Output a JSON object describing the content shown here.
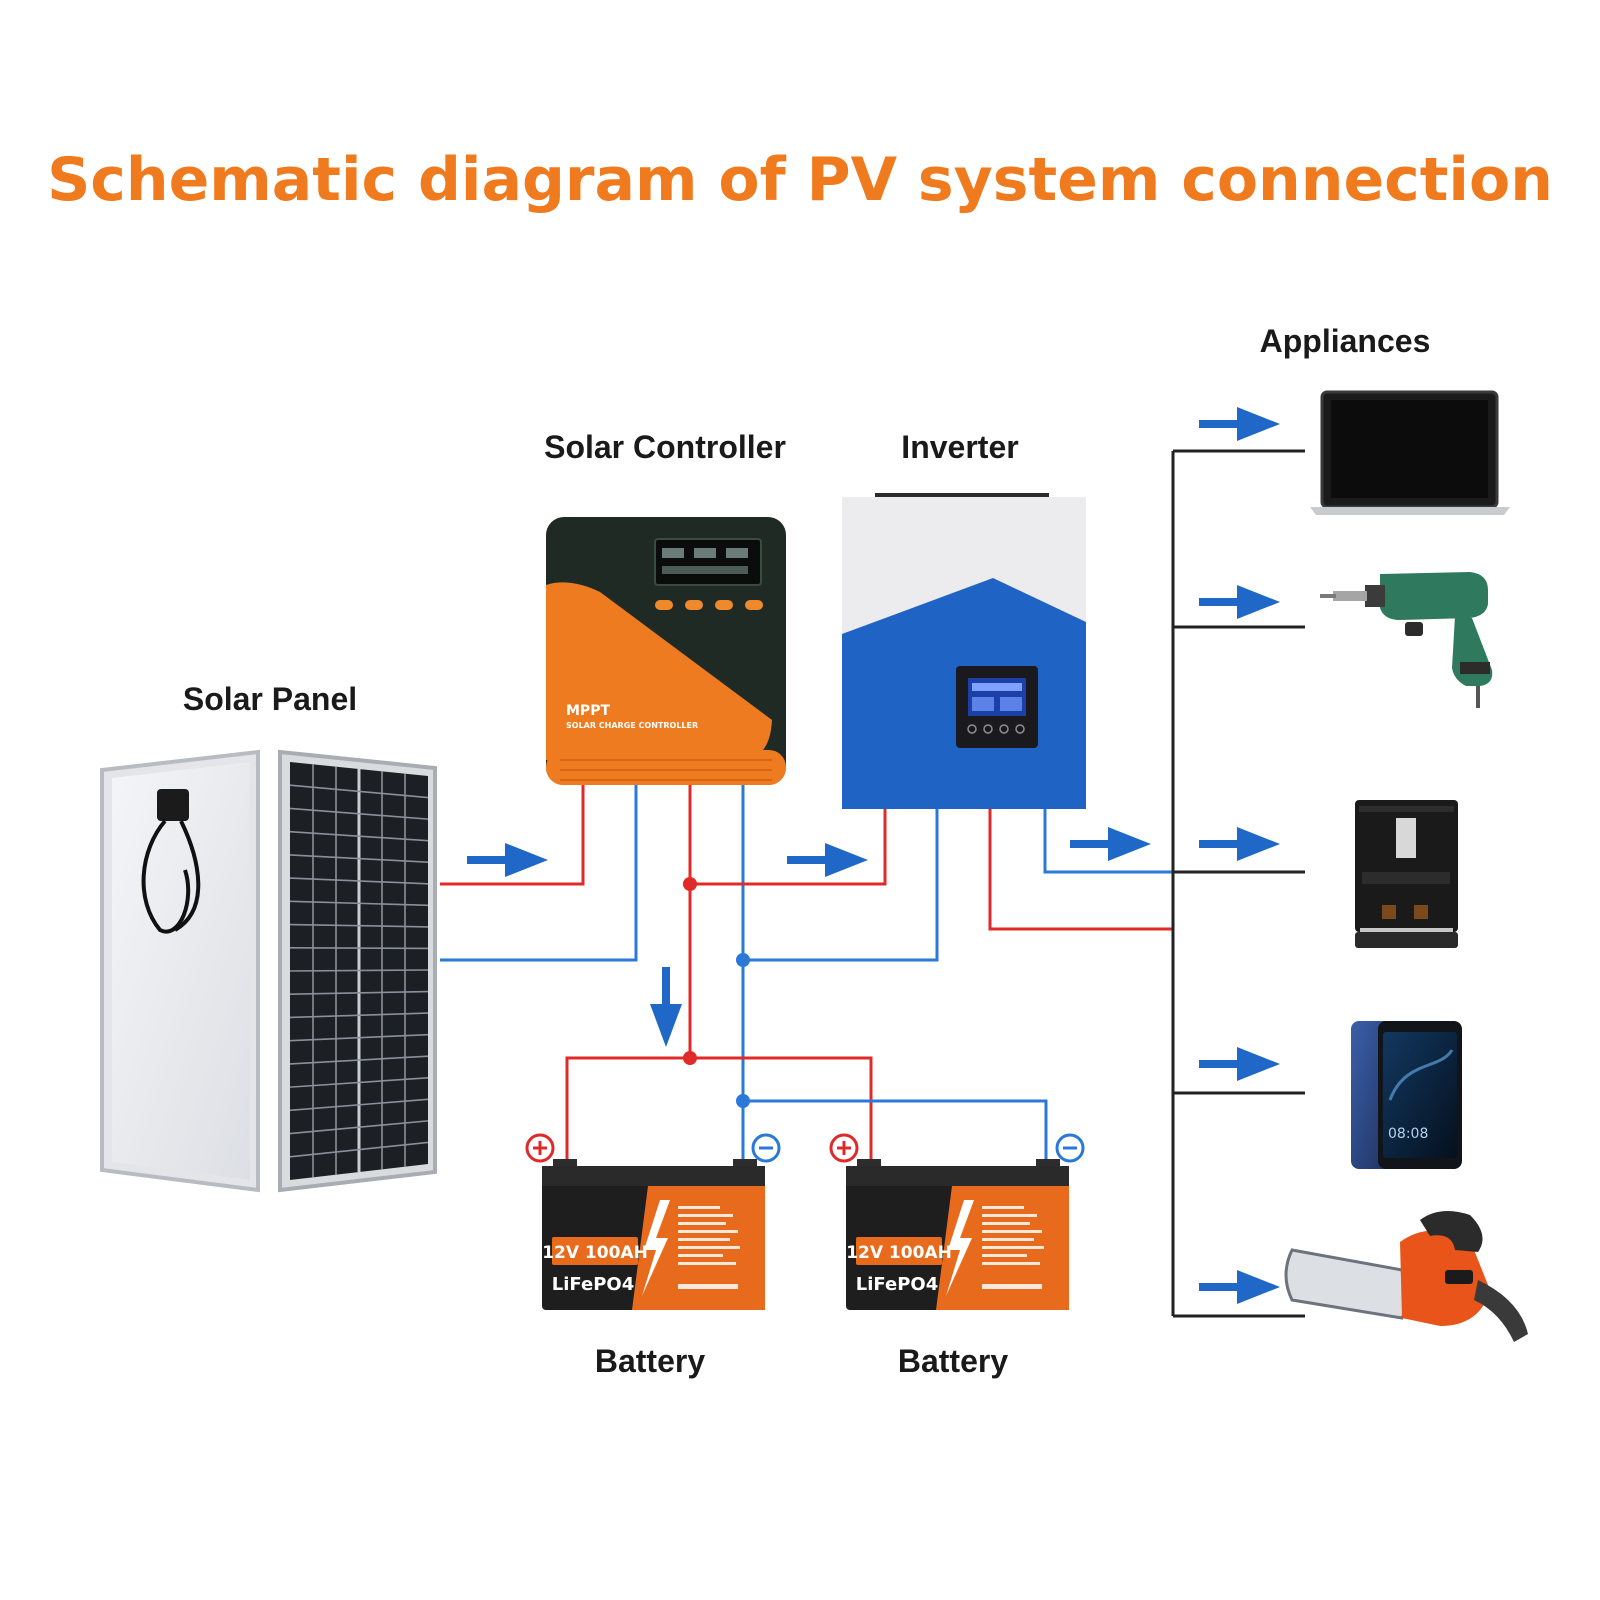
{
  "title": "Schematic diagram of PV system connection",
  "labels": {
    "solar_panel": "Solar Panel",
    "solar_controller": "Solar Controller",
    "inverter": "Inverter",
    "appliances": "Appliances",
    "battery_1": "Battery",
    "battery_2": "Battery"
  },
  "controller": {
    "brand": "MPPT",
    "subtitle": "SOLAR CHARGE CONTROLLER"
  },
  "battery_1": {
    "rating": "12V 100AH",
    "chemistry": "LiFePO4"
  },
  "battery_2": {
    "rating": "12V 100AH",
    "chemistry": "LiFePO4"
  },
  "appliance_items": [
    "laptop",
    "power-drill",
    "coffee-machine",
    "smartphone",
    "chainsaw"
  ],
  "phone_clock": "08:08",
  "colors": {
    "title": "#f07a1e",
    "positive_wire": "#e02a2a",
    "negative_wire": "#2a78d8",
    "arrow": "#1f68c8"
  }
}
